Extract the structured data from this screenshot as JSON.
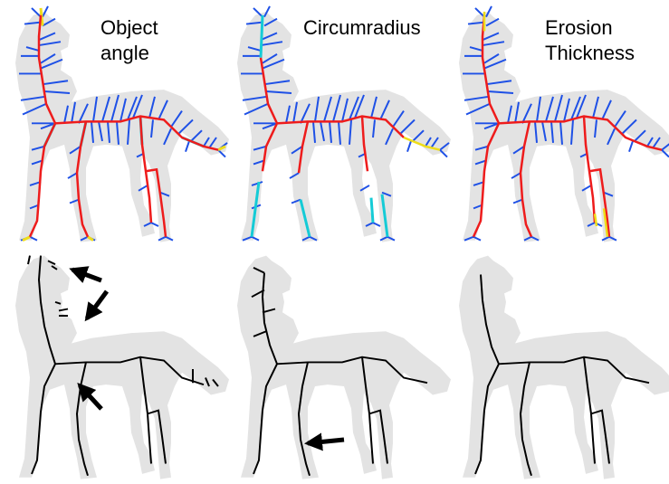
{
  "titles": {
    "col1_line1": "Object",
    "col1_line2": "angle",
    "col2": "Circumradius",
    "col3_line1": "Erosion",
    "col3_line2": "Thickness"
  },
  "colors": {
    "silhouette": "#e3e3e3",
    "skeleton_core": "#ee1c1c",
    "branch_low": "#1e50e6",
    "branch_mid": "#15cbd6",
    "branch_high": "#eedd1a",
    "pruned_skeleton": "#000000",
    "arrow": "#000000"
  },
  "panels": [
    {
      "id": "object-angle-colored",
      "measure": "Object angle"
    },
    {
      "id": "circumradius-colored",
      "measure": "Circumradius"
    },
    {
      "id": "erosion-thickness-colored",
      "measure": "Erosion Thickness"
    },
    {
      "id": "object-angle-pruned",
      "measure": "Object angle",
      "arrows": 3
    },
    {
      "id": "circumradius-pruned",
      "measure": "Circumradius",
      "arrows": 1
    },
    {
      "id": "erosion-thickness-pruned",
      "measure": "Erosion Thickness",
      "arrows": 0
    }
  ]
}
